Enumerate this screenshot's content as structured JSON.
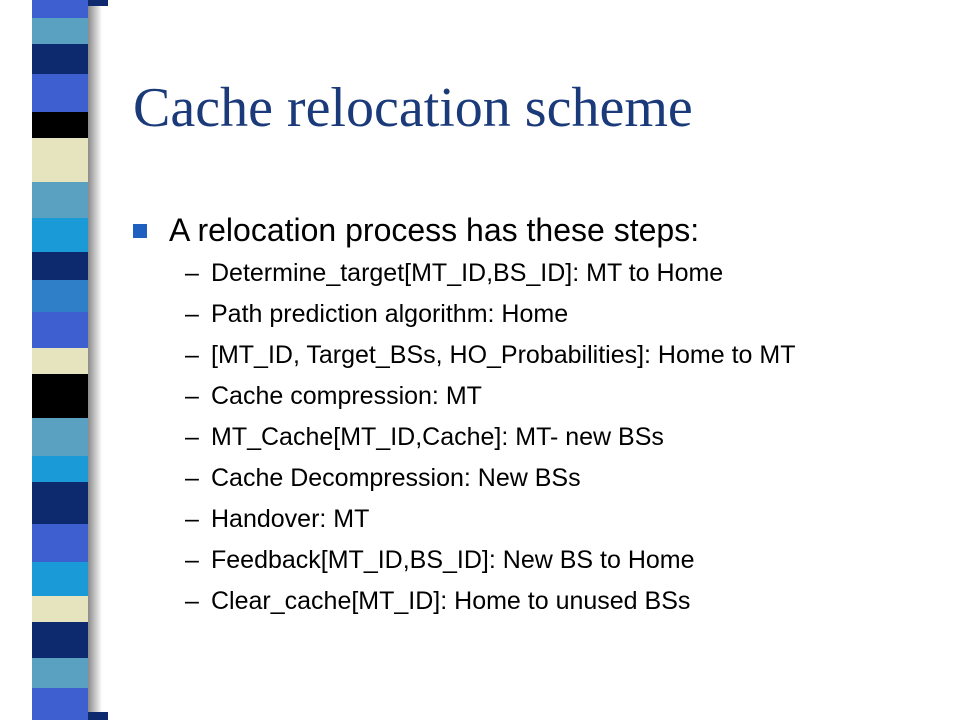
{
  "title": "Cache relocation scheme",
  "main_bullet": "A relocation process has these steps:",
  "steps": [
    "Determine_target[MT_ID,BS_ID]: MT to Home",
    "Path prediction algorithm:  Home",
    "[MT_ID, Target_BSs, HO_Probabilities]: Home to MT",
    "Cache compression: MT",
    "MT_Cache[MT_ID,Cache]: MT- new BSs",
    "Cache Decompression: New BSs",
    "Handover: MT",
    "Feedback[MT_ID,BS_ID]: New BS to Home",
    "Clear_cache[MT_ID]: Home to unused BSs"
  ],
  "dash": "–",
  "colors": {
    "title": "#1b3a7a",
    "bullet": "#1f5fbf",
    "stripes": [
      "#0e2a6e",
      "#2f7fc8",
      "#e6e3bf",
      "#000000",
      "#1a9ad6",
      "#3d5fd0",
      "#5aa0c0"
    ]
  },
  "icons": {
    "bullet": "square-bullet-icon"
  }
}
